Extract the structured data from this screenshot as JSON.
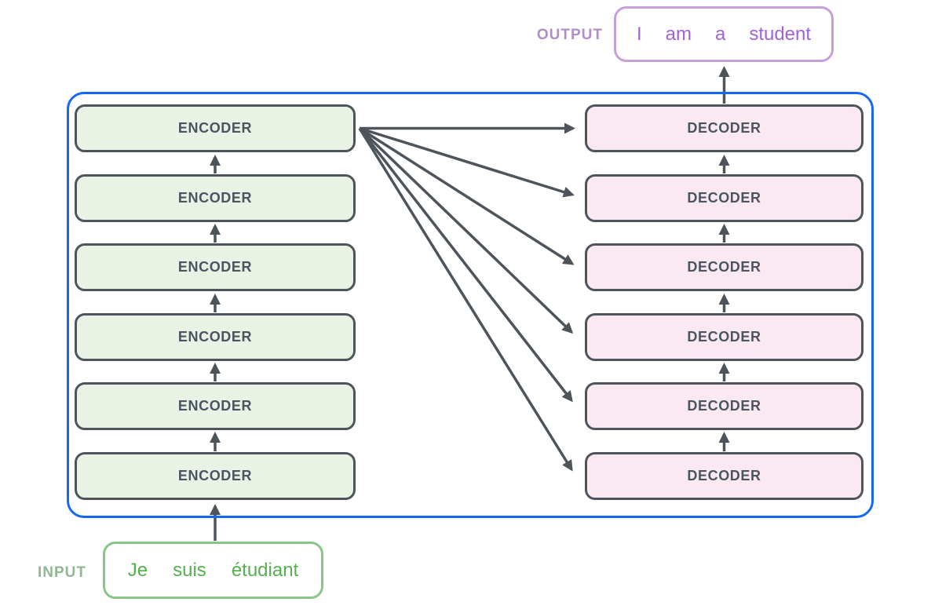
{
  "colors": {
    "container-blue": "#1667f2",
    "slate": "#4d545b",
    "slate-text": "#4a5560",
    "encoder-fill": "#e9f2e4",
    "decoder-fill": "#fbe9f1",
    "purple-border": "#c79fd9",
    "purple-text": "#a263d6",
    "purple-label": "#b18cc6",
    "green-border": "#8ac48a",
    "green-text": "#55b04e",
    "green-label": "#8fb792"
  },
  "output": {
    "label": "OUTPUT",
    "words": [
      "I",
      "am",
      "a",
      "student"
    ]
  },
  "input": {
    "label": "INPUT",
    "words": [
      "Je",
      "suis",
      "étudiant"
    ]
  },
  "encoder_stack": {
    "layers": [
      "ENCODER",
      "ENCODER",
      "ENCODER",
      "ENCODER",
      "ENCODER",
      "ENCODER"
    ]
  },
  "decoder_stack": {
    "layers": [
      "DECODER",
      "DECODER",
      "DECODER",
      "DECODER",
      "DECODER",
      "DECODER"
    ]
  }
}
